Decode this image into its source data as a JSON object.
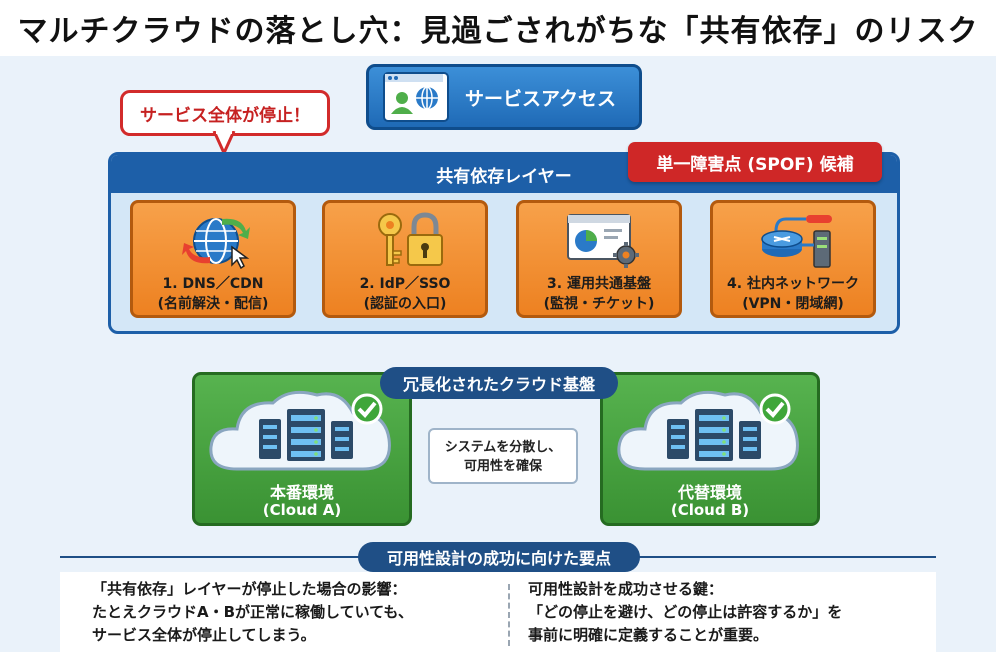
{
  "title": "マルチクラウドの落とし穴：見過ごされがちな「共有依存」のリスク",
  "service_access": {
    "label": "サービスアクセス",
    "icon": "user-globe-window-icon"
  },
  "callout": {
    "text": "サービス全体が停止！"
  },
  "shared_layer": {
    "title": "共有依存レイヤー",
    "badge": "単一障害点 (SPOF) 候補",
    "items": [
      {
        "line1": "1. DNS／CDN",
        "line2": "(名前解決・配信)",
        "icon": "globe-arrows-icon"
      },
      {
        "line1": "2. IdP／SSO",
        "line2": "(認証の入口)",
        "icon": "key-lock-icon"
      },
      {
        "line1": "3. 運用共通基盤",
        "line2": "(監視・チケット)",
        "icon": "dashboard-gear-icon"
      },
      {
        "line1": "4. 社内ネットワーク",
        "line2": "(VPN・閉域網)",
        "icon": "router-network-icon"
      }
    ]
  },
  "redundant": {
    "title": "冗長化されたクラウド基盤",
    "center_line1": "システムを分散し、",
    "center_line2": "可用性を確保",
    "primary": {
      "line1": "本番環境",
      "line2": "(Cloud A)"
    },
    "alternate": {
      "line1": "代替環境",
      "line2": "(Cloud B)"
    }
  },
  "keypoints": {
    "title": "可用性設計の成功に向けた要点",
    "left": [
      "「共有依存」レイヤーが停止した場合の影響：",
      "たとえクラウドA・Bが正常に稼働していても、",
      "サービス全体が停止してしまう。"
    ],
    "right": [
      "可用性設計を成功させる鍵：",
      "「どの停止を避け、どの停止は許容するか」を",
      "事前に明確に定義することが重要。"
    ]
  },
  "colors": {
    "blue_dark": "#1d5fa8",
    "navy": "#1f4f86",
    "orange": "#ed8121",
    "red": "#cf2727",
    "green": "#3a9233",
    "background": "#eaf2fa"
  }
}
